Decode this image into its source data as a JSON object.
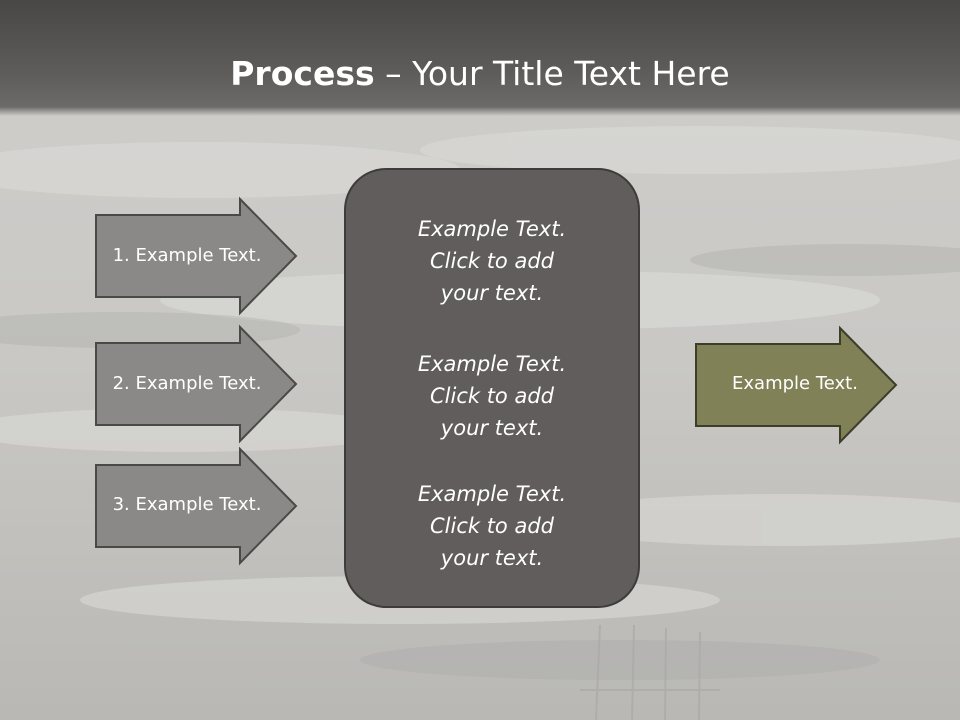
{
  "slide": {
    "title_bold": "Process",
    "title_rest": " – Your Title Text Here",
    "left_steps": [
      "1. Example Text.",
      "2. Example Text.",
      "3. Example Text."
    ],
    "center_items": [
      "Example Text.\nClick  to add\nyour text.",
      "Example Text.\nClick  to add\nyour text.",
      "Example Text.\nClick  to add\nyour text."
    ],
    "result_label": "Example Text."
  },
  "colors": {
    "arrow_fill": "#8a8988",
    "result_fill": "#818157",
    "center_fill": "#605d5c",
    "title_band": "#484746"
  }
}
